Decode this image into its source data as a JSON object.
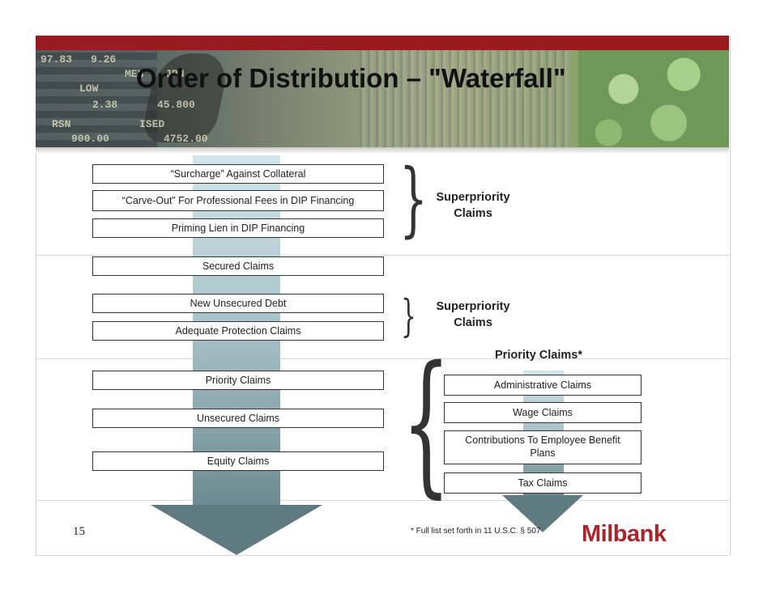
{
  "title": "Order of Distribution – \"Waterfall\"",
  "left_column": {
    "superpriority_group_1": [
      "“Surcharge” Against Collateral",
      "“Carve-Out” For Professional Fees in DIP Financing",
      "Priming Lien in DIP Financing"
    ],
    "secured": "Secured Claims",
    "superpriority_group_2": [
      "New Unsecured Debt",
      "Adequate Protection Claims"
    ],
    "rest": [
      "Priority Claims",
      "Unsecured Claims",
      "Equity Claims"
    ]
  },
  "labels": {
    "superpriority_1": "Superpriority\nClaims",
    "superpriority_2": "Superpriority\nClaims",
    "priority_header": "Priority Claims*"
  },
  "right_column": [
    "Administrative Claims",
    "Wage Claims",
    "Contributions To Employee Benefit Plans",
    "Tax Claims"
  ],
  "banner_ticker": [
    "97.83",
    "9.26",
    "2.38",
    "45.800",
    "900.00",
    "4752.00",
    "RSN",
    "ISED",
    "LOW",
    "MEN",
    "JPN"
  ],
  "footer": {
    "page_number": "15",
    "footnote": "* Full list set forth in 11 U.S.C. § 507",
    "logo": "Milbank"
  },
  "colors": {
    "topbar": "#9a1b1f",
    "logo": "#a8262b",
    "arrow": "#607a82"
  }
}
